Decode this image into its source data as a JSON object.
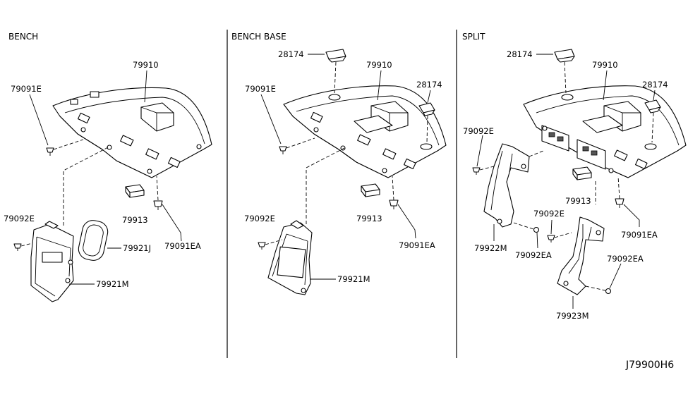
{
  "sections": {
    "bench": "BENCH",
    "bench_base": "BENCH BASE",
    "split": "SPLIT"
  },
  "bench": {
    "shelf": "79910",
    "clip": "79091E",
    "fastener": "79091EA",
    "pad": "79913",
    "screw": "79092E",
    "frame": "79921M",
    "gasket": "79921J"
  },
  "bench_base": {
    "cap": "28174",
    "shelf": "79910",
    "cap_right": "28174",
    "clip": "79091E",
    "pad": "79913",
    "fastener": "79091EA",
    "screw": "79092E",
    "frame": "79921M"
  },
  "split": {
    "cap": "28174",
    "shelf": "79910",
    "cap_right": "28174",
    "screw_left": "79092E",
    "pad": "79913",
    "fastener": "79091EA",
    "screw_mid": "79092E",
    "bracket_left": "79922M",
    "screw_ea_left": "79092EA",
    "screw_ea_right": "79092EA",
    "bracket_right": "79923M"
  },
  "diagram_code": "J79900H6"
}
